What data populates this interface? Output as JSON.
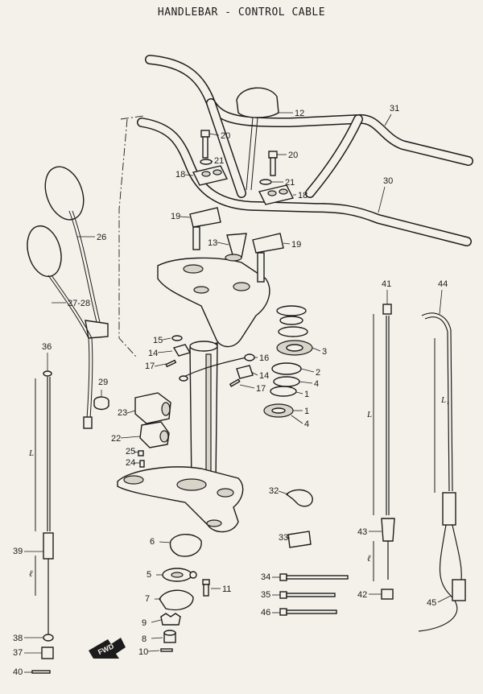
{
  "title": "HANDLEBAR - CONTROL CABLE",
  "callouts": [
    "1",
    "1",
    "2",
    "3",
    "4",
    "4",
    "5",
    "6",
    "7",
    "8",
    "9",
    "10",
    "11",
    "12",
    "13",
    "14",
    "14",
    "15",
    "16",
    "17",
    "17",
    "18",
    "18",
    "19",
    "19",
    "20",
    "20",
    "21",
    "21",
    "22",
    "23",
    "24",
    "25",
    "26",
    "27-28",
    "29",
    "30",
    "31",
    "32",
    "33",
    "34",
    "35",
    "36",
    "37",
    "38",
    "39",
    "40",
    "41",
    "42",
    "43",
    "44",
    "45",
    "46"
  ],
  "dimension_marks": [
    "L",
    "ℓ",
    "L",
    "ℓ",
    "L₁"
  ],
  "fwd_label": "FWD"
}
